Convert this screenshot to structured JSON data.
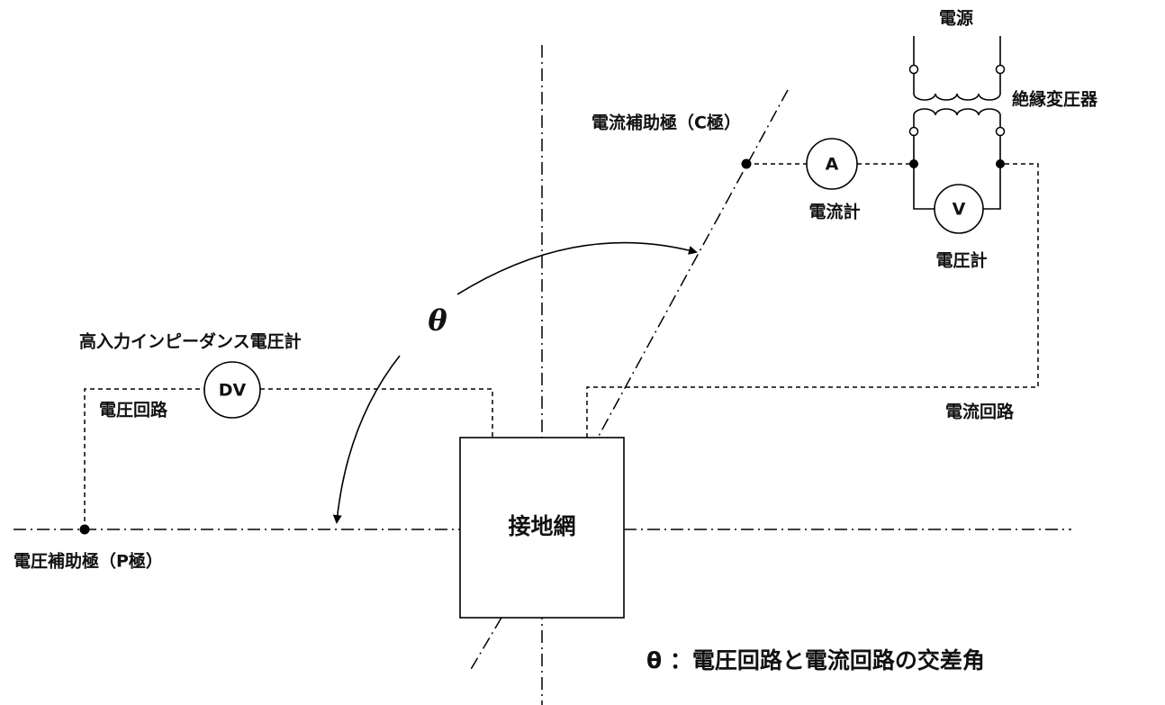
{
  "labels": {
    "power_source": "電源",
    "transformer": "絶縁変圧器",
    "current_aux_electrode": "電流補助極（C極）",
    "ammeter": "電流計",
    "voltmeter": "電圧計",
    "high_impedance_voltmeter": "高入力インピーダンス電圧計",
    "voltage_circuit": "電圧回路",
    "current_circuit": "電流回路",
    "voltage_aux_electrode": "電圧補助極（P極）",
    "grounding_grid": "接地網",
    "theta": "θ",
    "legend": "θ ：電圧回路と電流回路の交差角"
  },
  "meters": {
    "ammeter_symbol": "A",
    "voltmeter_symbol": "V",
    "dv_symbol": "DV"
  }
}
